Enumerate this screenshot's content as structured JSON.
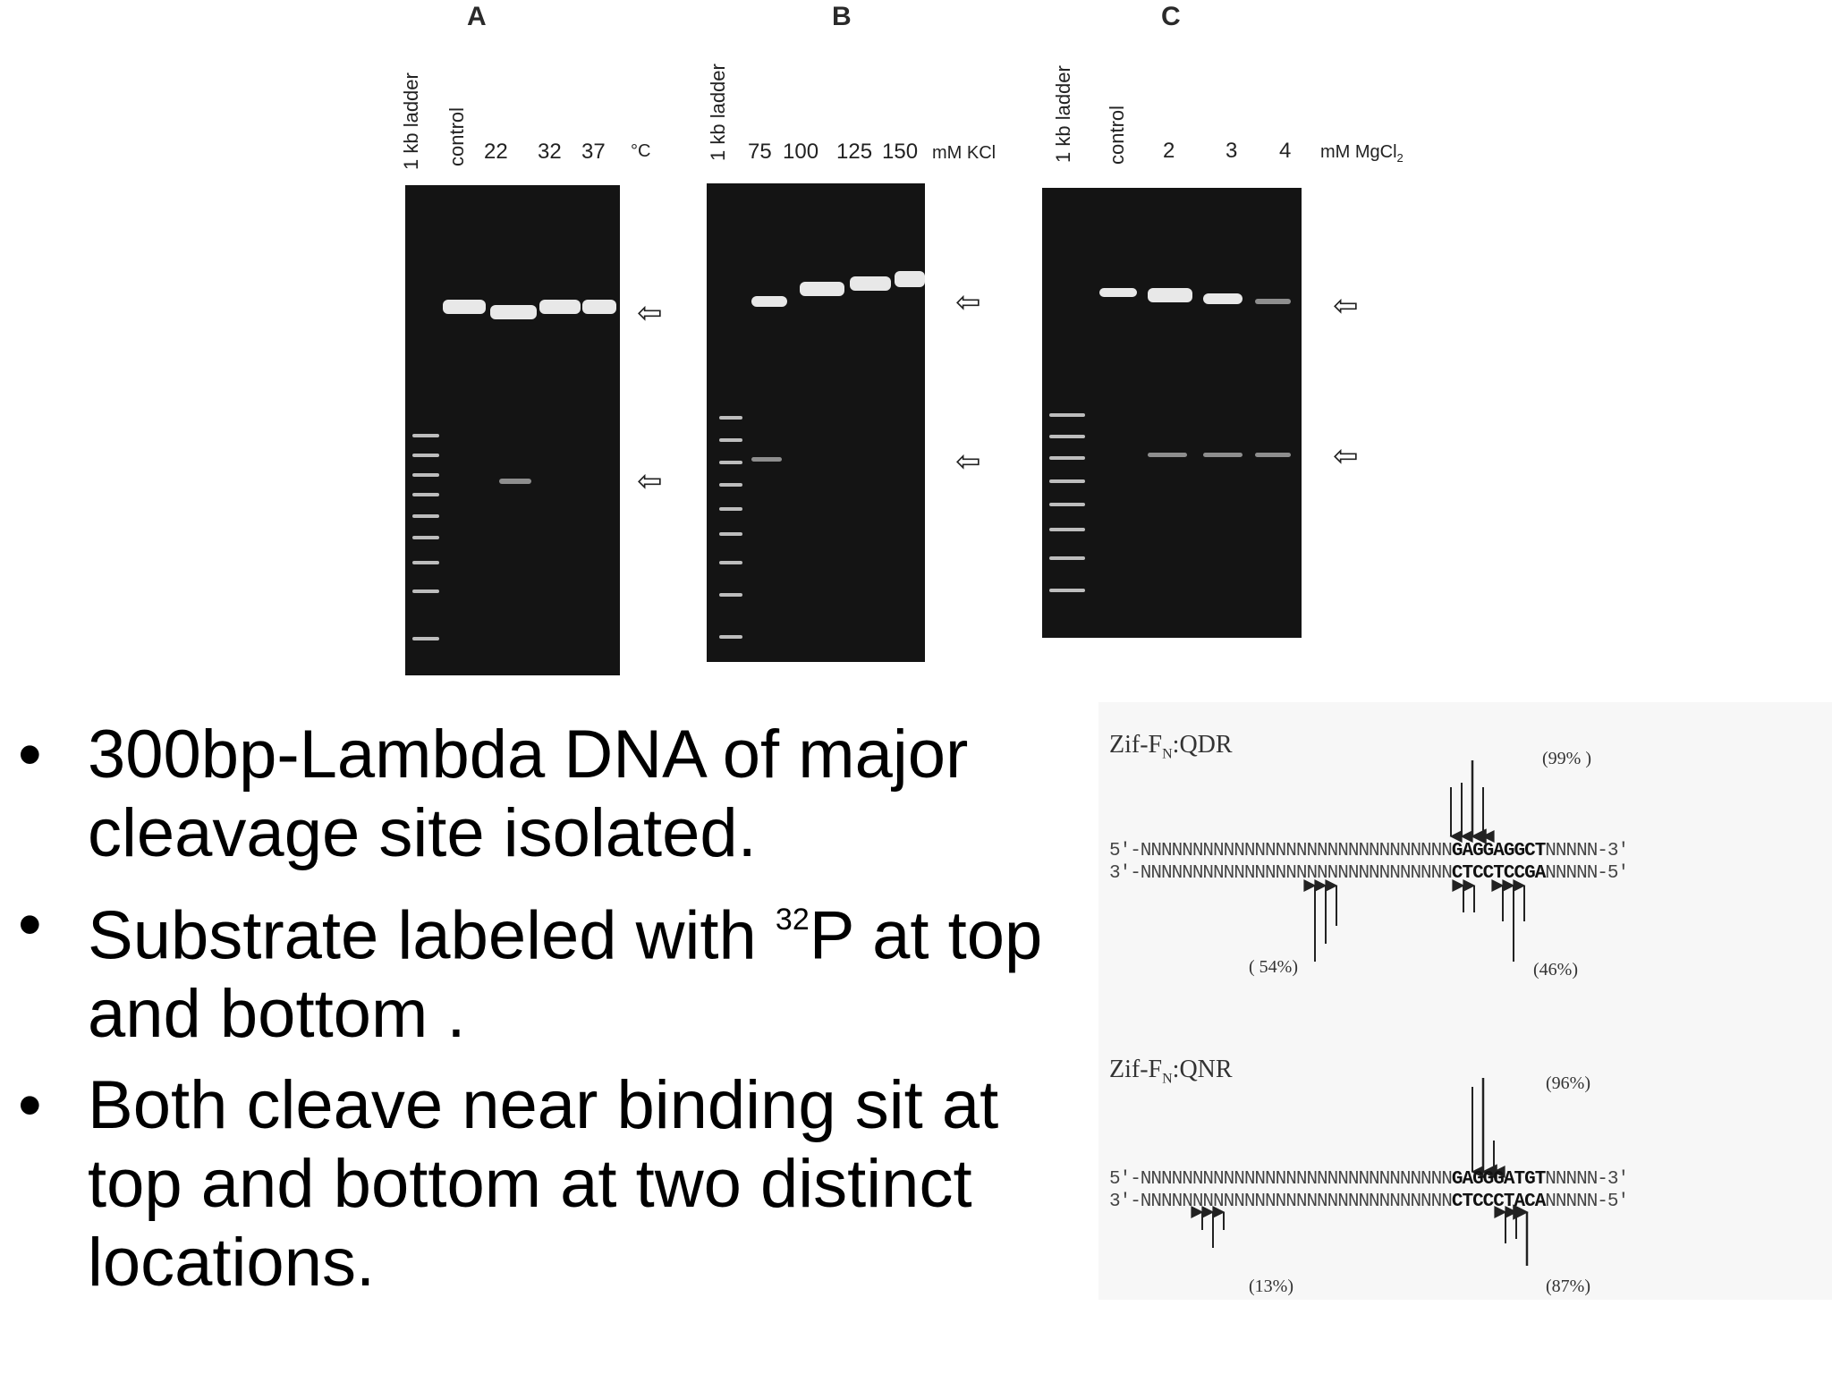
{
  "gel_figure": {
    "panel_a": {
      "letter": "A",
      "lane_labels": [
        "1 kb ladder",
        "control"
      ],
      "values": [
        "22",
        "32",
        "37"
      ],
      "unit": "°C"
    },
    "panel_b": {
      "letter": "B",
      "lane_labels": [
        "1 kb ladder"
      ],
      "values": [
        "75",
        "100",
        "125",
        "150"
      ],
      "unit": "mM KCl"
    },
    "panel_c": {
      "letter": "C",
      "lane_labels": [
        "1 kb ladder",
        "control"
      ],
      "values": [
        "2",
        "3",
        "4"
      ],
      "unit": "mM MgCl",
      "unit_sub": "2"
    },
    "arrow_glyph": "⇦"
  },
  "bullets": [
    {
      "text": "300bp-Lambda DNA of major cleavage site isolated."
    },
    {
      "text_before": "Substrate labeled with ",
      "isotope_mass": "32",
      "text_after": "P at top and bottom ."
    },
    {
      "text": "Both cleave near binding sit at top and bottom at two distinct locations."
    }
  ],
  "bullet_glyph": "•",
  "sequence_figure": {
    "qdr": {
      "title_prefix": "Zif-F",
      "title_sub": "N",
      "title_suffix": ":QDR",
      "top_pct": "(99% )",
      "line1_prefix": "5'-NNNNNNNNNNNNNNNNNNNNNNNNNNNNNN",
      "line1_bold": "GAGGAGGCT",
      "line1_suffix": "NNNNN-3'",
      "line2_prefix": "3'-NNNNNNNNNNNNNNNNNNNNNNNNNNNNNN",
      "line2_bold": "CTCCTCCGA",
      "line2_suffix": "NNNNN-5'",
      "left_pct": "( 54%)",
      "right_pct": "(46%)"
    },
    "qnr": {
      "title_prefix": "Zif-F",
      "title_sub": "N",
      "title_suffix": ":QNR",
      "top_pct": "(96%)",
      "line1_prefix": "5'-NNNNNNNNNNNNNNNNNNNNNNNNNNNNNN",
      "line1_bold": "GAGGGATGT",
      "line1_suffix": "NNNNN-3'",
      "line2_prefix": "3'-NNNNNNNNNNNNNNNNNNNNNNNNNNNNNN",
      "line2_bold": "CTCCCTACA",
      "line2_suffix": "NNNNN-5'",
      "left_pct": "(13%)",
      "right_pct": "(87%)"
    }
  }
}
